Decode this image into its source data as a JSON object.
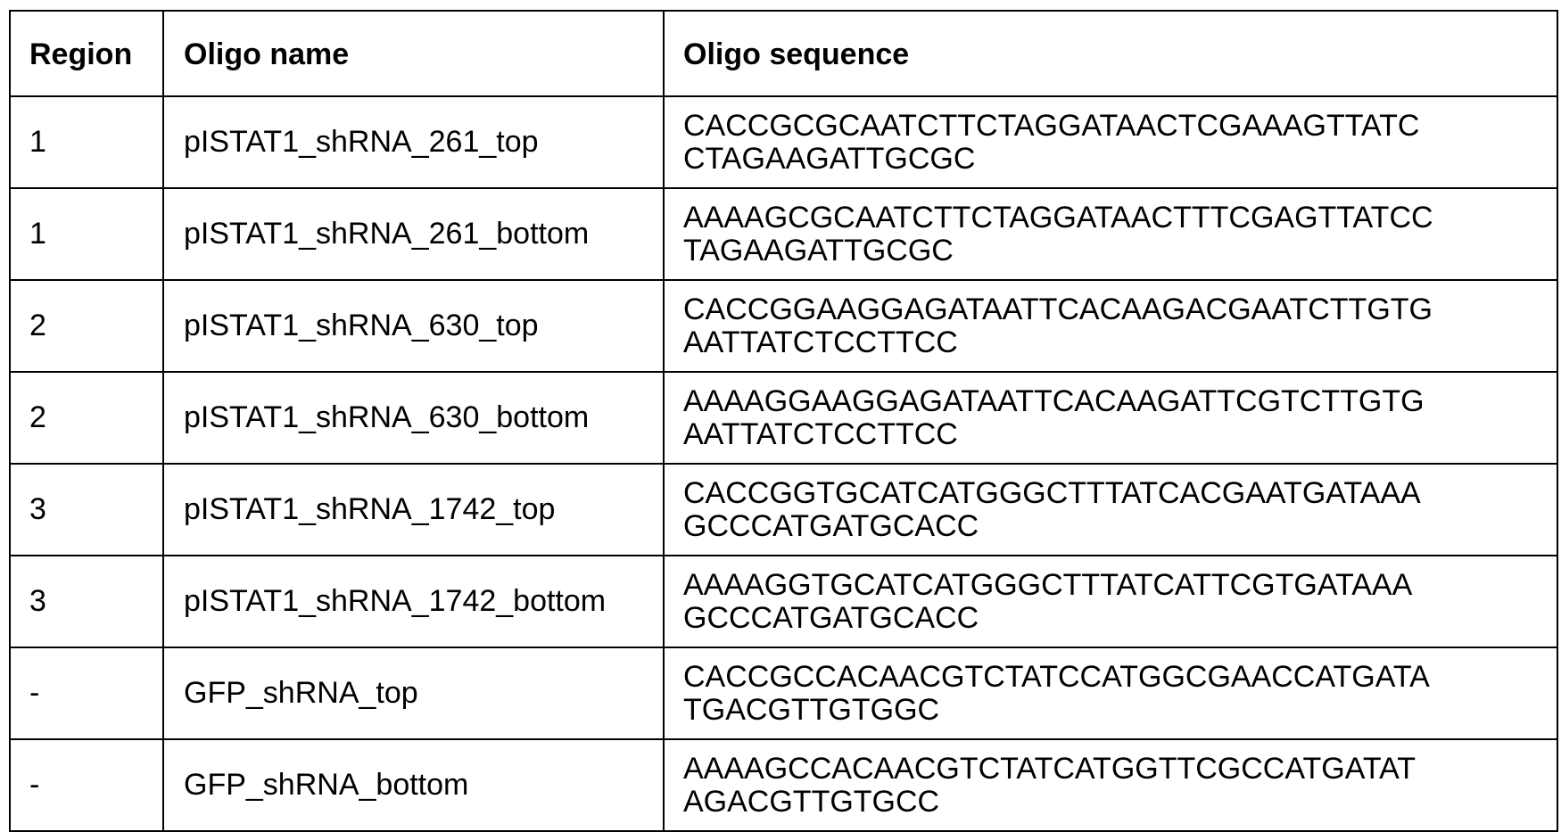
{
  "table": {
    "headers": {
      "region": "Region",
      "name": "Oligo name",
      "sequence": "Oligo sequence"
    },
    "rows": [
      {
        "region": "1",
        "name": "pISTAT1_shRNA_261_top",
        "sequence_line1": "CACCGCGCAATCTTCTAGGATAACTCGAAAGTTATC",
        "sequence_line2": "CTAGAAGATTGCGC"
      },
      {
        "region": "1",
        "name": "pISTAT1_shRNA_261_bottom",
        "sequence_line1": "AAAAGCGCAATCTTCTAGGATAACTTTCGAGTTATCC",
        "sequence_line2": "TAGAAGATTGCGC"
      },
      {
        "region": "2",
        "name": "pISTAT1_shRNA_630_top",
        "sequence_line1": "CACCGGAAGGAGATAATTCACAAGACGAATCTTGTG",
        "sequence_line2": "AATTATCTCCTTCC"
      },
      {
        "region": "2",
        "name": "pISTAT1_shRNA_630_bottom",
        "sequence_line1": "AAAAGGAAGGAGATAATTCACAAGATTCGTCTTGTG",
        "sequence_line2": "AATTATCTCCTTCC"
      },
      {
        "region": "3",
        "name": "pISTAT1_shRNA_1742_top",
        "sequence_line1": "CACCGGTGCATCATGGGCTTTATCACGAATGATAAA",
        "sequence_line2": "GCCCATGATGCACC"
      },
      {
        "region": "3",
        "name": "pISTAT1_shRNA_1742_bottom",
        "sequence_line1": "AAAAGGTGCATCATGGGCTTTATCATTCGTGATAAA",
        "sequence_line2": "GCCCATGATGCACC"
      },
      {
        "region": "-",
        "name": "GFP_shRNA_top",
        "sequence_line1": "CACCGCCACAACGTCTATCCATGGCGAACCATGATA",
        "sequence_line2": "TGACGTTGTGGC"
      },
      {
        "region": "-",
        "name": "GFP_shRNA_bottom",
        "sequence_line1": "AAAAGCCACAACGTCTATCATGGTTCGCCATGATAT",
        "sequence_line2": "AGACGTTGTGCC"
      }
    ]
  }
}
